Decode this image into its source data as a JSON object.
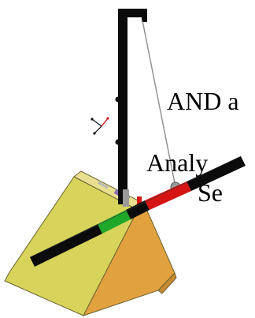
{
  "overlay_text": {
    "line_1": "AND a",
    "line_2": "Analy",
    "line_3": "Se"
  },
  "colors": {
    "background": "#ffffff",
    "beam_black": "#0b0b0b",
    "beam_green": "#1fa82a",
    "beam_red": "#d51414",
    "base_yellow": "#d8d35a",
    "base_orange": "#e2a13f",
    "axis_red": "#d01818",
    "rope_gray": "#8c8c8c"
  },
  "icons": {
    "axis": "axis-triad-icon"
  }
}
